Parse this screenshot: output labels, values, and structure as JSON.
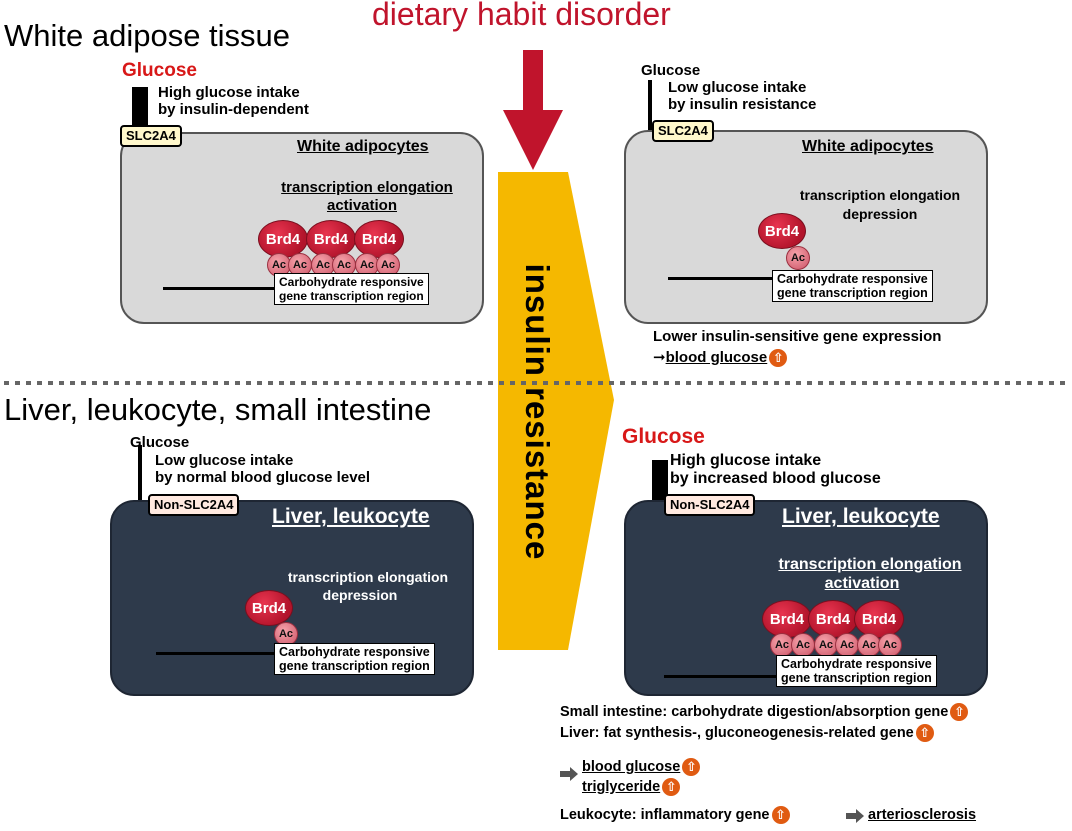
{
  "header": {
    "dietary": "dietary habit disorder",
    "white_adipose": "White adipose tissue",
    "liver_section": "Liver, leukocyte, small intestine",
    "insulin_resistance": "insulin resistance"
  },
  "top_left": {
    "glucose": "Glucose",
    "intake_l1": "High glucose intake",
    "intake_l2": "by insulin-dependent",
    "transporter": "SLC2A4",
    "panel_title": "White adipocytes",
    "state_l1": "transcription elongation",
    "state_l2": "activation",
    "brd": [
      "Brd4",
      "Brd4",
      "Brd4"
    ],
    "ac": [
      "Ac",
      "Ac",
      "Ac",
      "Ac",
      "Ac",
      "Ac"
    ],
    "region_l1": "Carbohydrate responsive",
    "region_l2": "gene transcription region"
  },
  "top_right": {
    "glucose": "Glucose",
    "intake_l1": "Low glucose intake",
    "intake_l2": "by insulin resistance",
    "transporter": "SLC2A4",
    "panel_title": "White adipocytes",
    "state_l1": "transcription elongation",
    "state_l2": "depression",
    "brd": "Brd4",
    "ac": "Ac",
    "region_l1": "Carbohydrate responsive",
    "region_l2": "gene transcription region",
    "result_l1": "Lower insulin-sensitive gene expression",
    "result_arrow": "➞",
    "result_l2": "blood glucose"
  },
  "bottom_left": {
    "glucose": "Glucose",
    "intake_l1": "Low glucose intake",
    "intake_l2": "by normal blood glucose level",
    "transporter": "Non-SLC2A4",
    "panel_title": "Liver, leukocyte",
    "state_l1": "transcription elongation",
    "state_l2": "depression",
    "brd": "Brd4",
    "ac": "Ac",
    "region_l1": "Carbohydrate responsive",
    "region_l2": "gene transcription region"
  },
  "bottom_right": {
    "glucose": "Glucose",
    "intake_l1": "High glucose intake",
    "intake_l2": "by increased blood glucose",
    "transporter": "Non-SLC2A4",
    "panel_title": "Liver, leukocyte",
    "state_l1": "transcription elongation",
    "state_l2": "activation",
    "brd": [
      "Brd4",
      "Brd4",
      "Brd4"
    ],
    "ac": [
      "Ac",
      "Ac",
      "Ac",
      "Ac",
      "Ac",
      "Ac"
    ],
    "region_l1": "Carbohydrate responsive",
    "region_l2": "gene transcription region"
  },
  "outcomes": {
    "small_intestine": "Small intestine: carbohydrate digestion/absorption gene",
    "liver": "Liver: fat synthesis-, gluconeogenesis-related gene",
    "blood_glucose": "blood glucose",
    "triglyceride": "triglyceride",
    "leukocyte": "Leukocyte: inflammatory gene",
    "arteriosclerosis": "arteriosclerosis"
  },
  "colors": {
    "red": "#d81818",
    "disorder_red": "#c0142c",
    "insulin_arrow": "#f5b800",
    "dark_panel": "#2e3a4b",
    "light_panel": "#d9d9d9",
    "up_arrow": "#e05b12"
  },
  "icons": {
    "up": "up-arrow-circle-icon",
    "right": "right-arrow-icon"
  }
}
